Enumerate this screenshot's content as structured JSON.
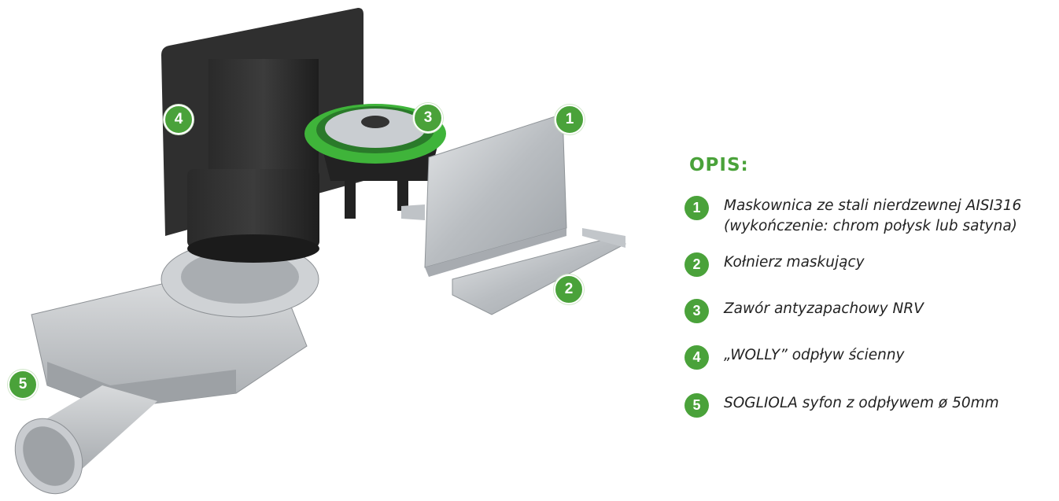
{
  "legend": {
    "title": "OPIS:",
    "items": [
      {
        "number": "1",
        "text": "Maskownica ze stali nierdzewnej AISI316\n(wykończenie: chrom połysk lub satyna)"
      },
      {
        "number": "2",
        "text": "Kołnierz maskujący"
      },
      {
        "number": "3",
        "text": "Zawór antyzapachowy NRV"
      },
      {
        "number": "4",
        "text": "„WOLLY” odpływ ścienny"
      },
      {
        "number": "5",
        "text": "SOGLIOLA syfon z odpływem ø 50mm"
      }
    ]
  },
  "callouts": [
    "1",
    "2",
    "3",
    "4",
    "5"
  ],
  "colors": {
    "accent": "#4aa23a",
    "text": "#222222"
  }
}
